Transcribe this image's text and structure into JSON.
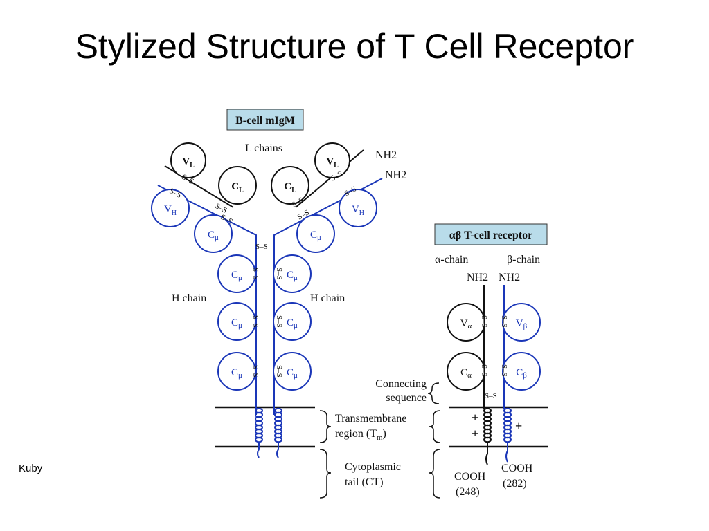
{
  "title": "Stylized Structure of T Cell Receptor",
  "credit": "Kuby",
  "colors": {
    "heavy": "#1a36b8",
    "light": "#111111",
    "box": "#b9dcea"
  },
  "bcell": {
    "box_label": "B-cell mIgM",
    "l_chains": "L chains",
    "h_chain_left": "H chain",
    "h_chain_right": "H chain",
    "nh2_top": "NH2",
    "nh2_bottom": "NH2",
    "vl": "V",
    "vl_sub": "L",
    "cl": "C",
    "cl_sub": "L",
    "vh": "V",
    "vh_sub": "H",
    "cmu": "C",
    "cmu_sub": "μ",
    "ss": "S–S"
  },
  "tcr": {
    "box_label": "αβ T-cell receptor",
    "alpha_chain": "α-chain",
    "beta_chain": "β-chain",
    "nh2_alpha": "NH2",
    "nh2_beta": "NH2",
    "v_alpha": "V",
    "v_alpha_sub": "α",
    "v_beta": "V",
    "v_beta_sub": "β",
    "c_alpha": "C",
    "c_alpha_sub": "α",
    "c_beta": "C",
    "c_beta_sub": "β",
    "plus1": "+",
    "plus2": "+",
    "plus3": "+",
    "cooh_alpha": "COOH",
    "len_alpha": "(248)",
    "cooh_beta": "COOH",
    "len_beta": "(282)"
  },
  "regions": {
    "connecting_1": "Connecting",
    "connecting_2": "sequence",
    "transmembrane_1": "Transmembrane",
    "transmembrane_2": "region (T",
    "transmembrane_sub": "m",
    "transmembrane_end": ")",
    "cytoplasmic_1": "Cytoplasmic",
    "cytoplasmic_2": "tail (CT)"
  }
}
